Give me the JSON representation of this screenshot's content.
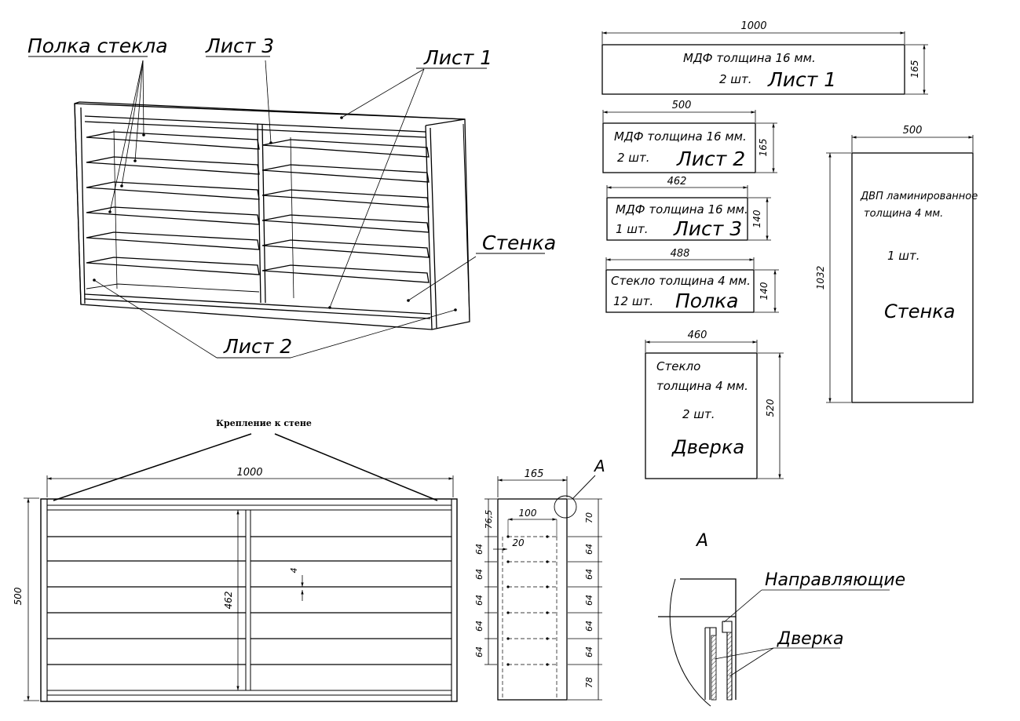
{
  "iso_view": {
    "callout_shelf_glass": "Полка стекла",
    "callout_sheet3": "Лист 3",
    "callout_sheet1": "Лист 1",
    "callout_wall": "Стенка",
    "callout_sheet2": "Лист 2"
  },
  "parts": {
    "sheet1": {
      "dim_width": "1000",
      "dim_height": "165",
      "material": "МДФ толщина 16 мм.",
      "qty": "2 шт.",
      "name": "Лист 1"
    },
    "sheet2": {
      "dim_width": "500",
      "dim_height": "165",
      "material": "МДФ толщина 16 мм.",
      "qty": "2 шт.",
      "name": "Лист 2"
    },
    "sheet3": {
      "dim_width": "462",
      "dim_height": "140",
      "material": "МДФ толщина 16 мм.",
      "qty": "1 шт.",
      "name": "Лист 3"
    },
    "shelf": {
      "dim_width": "488",
      "dim_height": "140",
      "material": "Стекло толщина 4 мм.",
      "qty": "12 шт.",
      "name": "Полка"
    },
    "door": {
      "dim_width": "460",
      "dim_height": "520",
      "material_line1": "Стекло",
      "material_line2": "толщина 4 мм.",
      "qty": "2 шт.",
      "name": "Дверка"
    },
    "wall": {
      "dim_width": "500",
      "dim_height": "1032",
      "material_line1": "ДВП ламинированное",
      "material_line2": "толщина 4 мм.",
      "qty": "1 шт.",
      "name": "Стенка"
    }
  },
  "front_view": {
    "title": "Крепление к стене",
    "dim_width": "1000",
    "dim_height": "500",
    "dim_inner": "462",
    "dim_gap": "4"
  },
  "side_view": {
    "detail_marker": "A",
    "dim_depth": "165",
    "dim_inner_width": "100",
    "dim_offset": "20",
    "left_dims": [
      "76,5",
      "64",
      "64",
      "64",
      "64",
      "64"
    ],
    "right_dims": [
      "70",
      "64",
      "64",
      "64",
      "64",
      "64",
      "78"
    ]
  },
  "detail_a": {
    "title": "А",
    "label_guides": "Направляющие",
    "label_door": "Дверка"
  }
}
